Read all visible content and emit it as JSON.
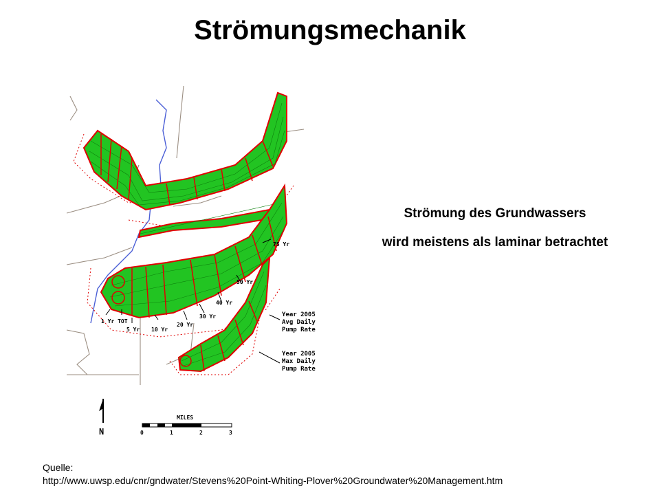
{
  "slide": {
    "title": "Strömungsmechanik",
    "caption_line1": "Strömung des Grundwassers",
    "caption_line2": "wird meistens als laminar betrachtet",
    "source_label": "Quelle:",
    "source_url": "http://www.uwsp.edu/cnr/gndwater/Stevens%20Point-Whiting-Plover%20Groundwater%20Management.htm"
  },
  "map": {
    "time_labels": {
      "tot": "1 Yr TOT",
      "y5": "5 Yr",
      "y10": "10 Yr",
      "y20": "20 Yr",
      "y30": "30 Yr",
      "y40": "40 Yr",
      "y50": "50 Yr",
      "y75": "75 Yr"
    },
    "avg_label": [
      "Year 2005",
      "Avg Daily",
      "Pump Rate"
    ],
    "max_label": [
      "Year 2005",
      "Max Daily",
      "Pump Rate"
    ],
    "scale": {
      "title": "MILES",
      "ticks": [
        "0",
        "1",
        "2",
        "3"
      ]
    },
    "north": "N",
    "colors": {
      "flow": "#22c422",
      "zone": "#e00000",
      "river": "#4b5fd6",
      "roads": "#9b8e82"
    }
  }
}
